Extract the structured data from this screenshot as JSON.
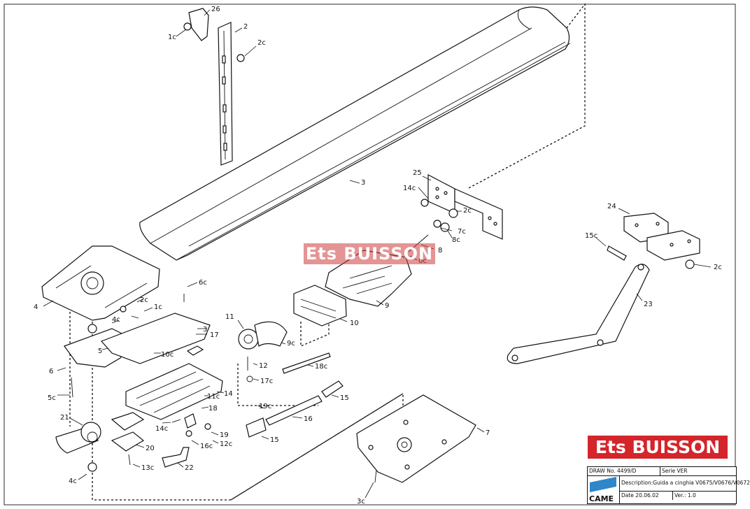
{
  "watermark": "Ets BUISSON",
  "logo": "Ets BUISSON",
  "title_block": {
    "draw_no": "DRAW No. 4499/D",
    "serie": "Serie VER",
    "description": "Description:Guida a cinghia V0675/V0676/V0672",
    "date": "Date 20.06.02",
    "version": "Ver.: 1.0",
    "brand": "CAME"
  },
  "labels": {
    "p26": "26",
    "p1c_top": "1c",
    "p2": "2",
    "p2c_top": "2c",
    "p3": "3",
    "p25": "25",
    "p14c_top": "14c",
    "p2c_b": "2c",
    "p7c": "7c",
    "p8c": "8c",
    "p8": "8",
    "p0c": "0c",
    "p24": "24",
    "p15c": "15c",
    "p2c_r": "2c",
    "p23": "23",
    "p9": "9",
    "p10": "10",
    "p6c": "6c",
    "p2c_l": "2c",
    "p1c": "1c",
    "p4c": "4c",
    "p4": "4",
    "p3s": "3",
    "p17": "17",
    "p11": "11",
    "p9c": "9c",
    "p5": "5",
    "p10c": "10c",
    "p6": "6",
    "p12": "12",
    "p18c": "18c",
    "p17c": "17c",
    "p14": "14",
    "p11c": "11c",
    "p15a": "15",
    "p19c": "19c",
    "p16": "16",
    "p5c": "5c",
    "p21": "21",
    "p18": "18",
    "p14c": "14c",
    "p19": "19",
    "p12c": "12c",
    "p16c": "16c",
    "p20": "20",
    "p15b": "15",
    "p13c": "13c",
    "p22": "22",
    "p4c_b": "4c",
    "p7": "7",
    "p3c": "3c"
  }
}
